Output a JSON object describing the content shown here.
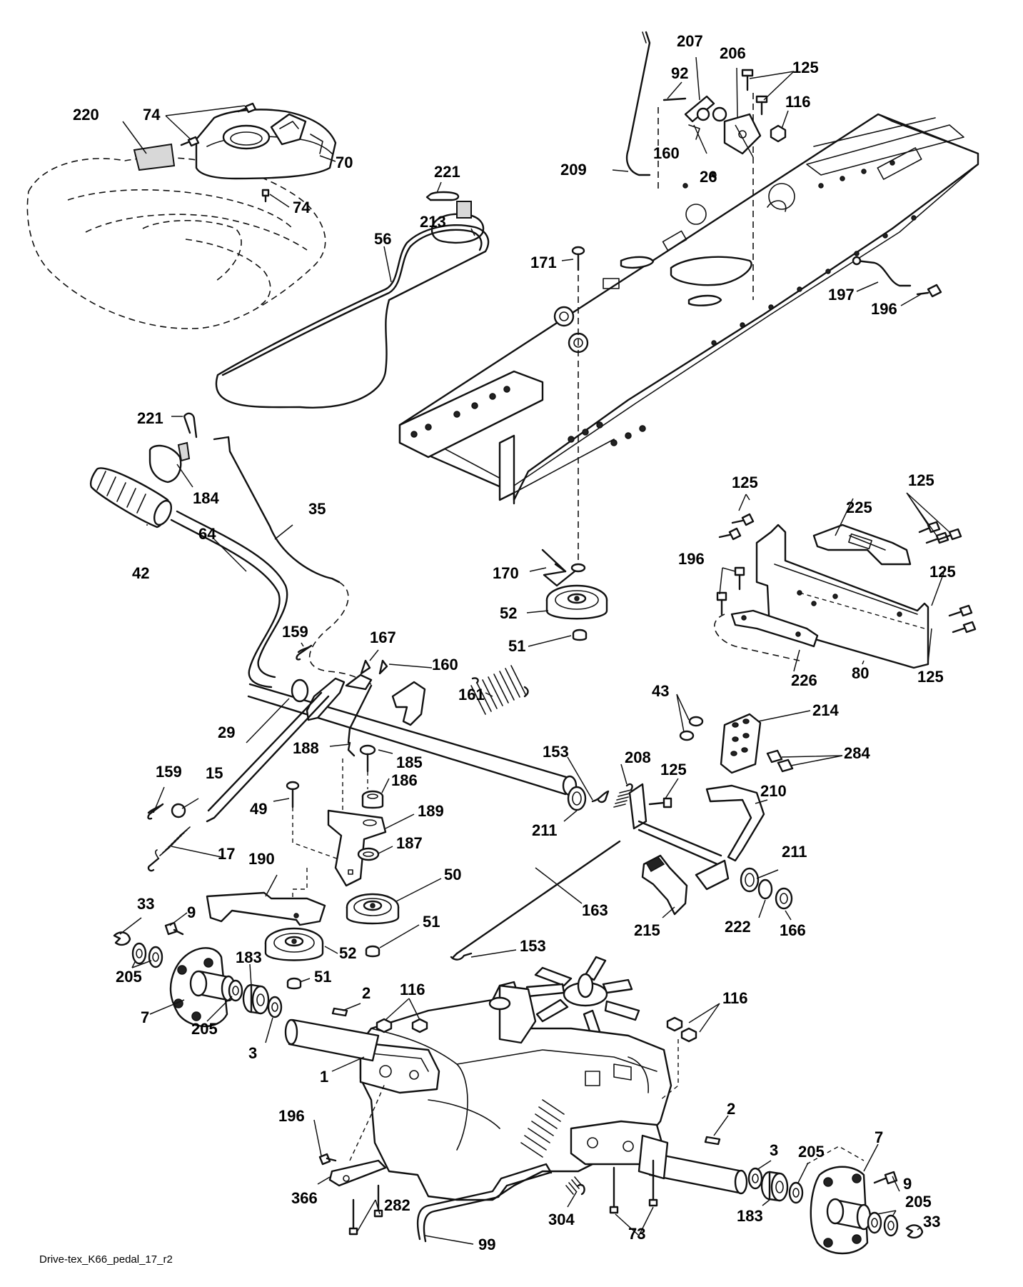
{
  "caption": "Drive-tex_K66_pedal_17_r2",
  "colors": {
    "line": "#111111",
    "background": "#ffffff"
  },
  "labels": {
    "l220": "220",
    "l74a": "74",
    "l70": "70",
    "l74b": "74",
    "l221a": "221",
    "l213": "213",
    "l56": "56",
    "l92": "92",
    "l207": "207",
    "l206": "206",
    "l125a": "125",
    "l116a": "116",
    "l160a": "160",
    "l26": "26",
    "l209": "209",
    "l171": "171",
    "l197": "197",
    "l196a": "196",
    "l221b": "221",
    "l184": "184",
    "l35": "35",
    "l42": "42",
    "l170": "170",
    "l52a": "52",
    "l51a": "51",
    "l125b": "125",
    "l225": "225",
    "l125c": "125",
    "l196b": "196",
    "l125d": "125",
    "l80": "80",
    "l226": "226",
    "l125e": "125",
    "l64": "64",
    "l159a": "159",
    "l167": "167",
    "l160b": "160",
    "l161": "161",
    "l43": "43",
    "l214": "214",
    "l284": "284",
    "l29": "29",
    "l188": "188",
    "l185": "185",
    "l153a": "153",
    "l208": "208",
    "l125f": "125",
    "l159b": "159",
    "l15": "15",
    "l186": "186",
    "l49": "49",
    "l189": "189",
    "l210": "210",
    "l211a": "211",
    "l17": "17",
    "l187": "187",
    "l211b": "211",
    "l190": "190",
    "l50": "50",
    "l163": "163",
    "l33a": "33",
    "l9a": "9",
    "l51b": "51",
    "l215": "215",
    "l222": "222",
    "l166": "166",
    "l52b": "52",
    "l153b": "153",
    "l205a": "205",
    "l183a": "183",
    "l51c": "51",
    "l2a": "2",
    "l116b": "116",
    "l7a": "7",
    "l205b": "205",
    "l3a": "3",
    "l116c": "116",
    "l1": "1",
    "l196c": "196",
    "l2b": "2",
    "l3b": "3",
    "l7b": "7",
    "l205c": "205",
    "l9b": "9",
    "l205d": "205",
    "l366": "366",
    "l282": "282",
    "l183b": "183",
    "l33b": "33",
    "l304": "304",
    "l73": "73",
    "l99": "99"
  }
}
